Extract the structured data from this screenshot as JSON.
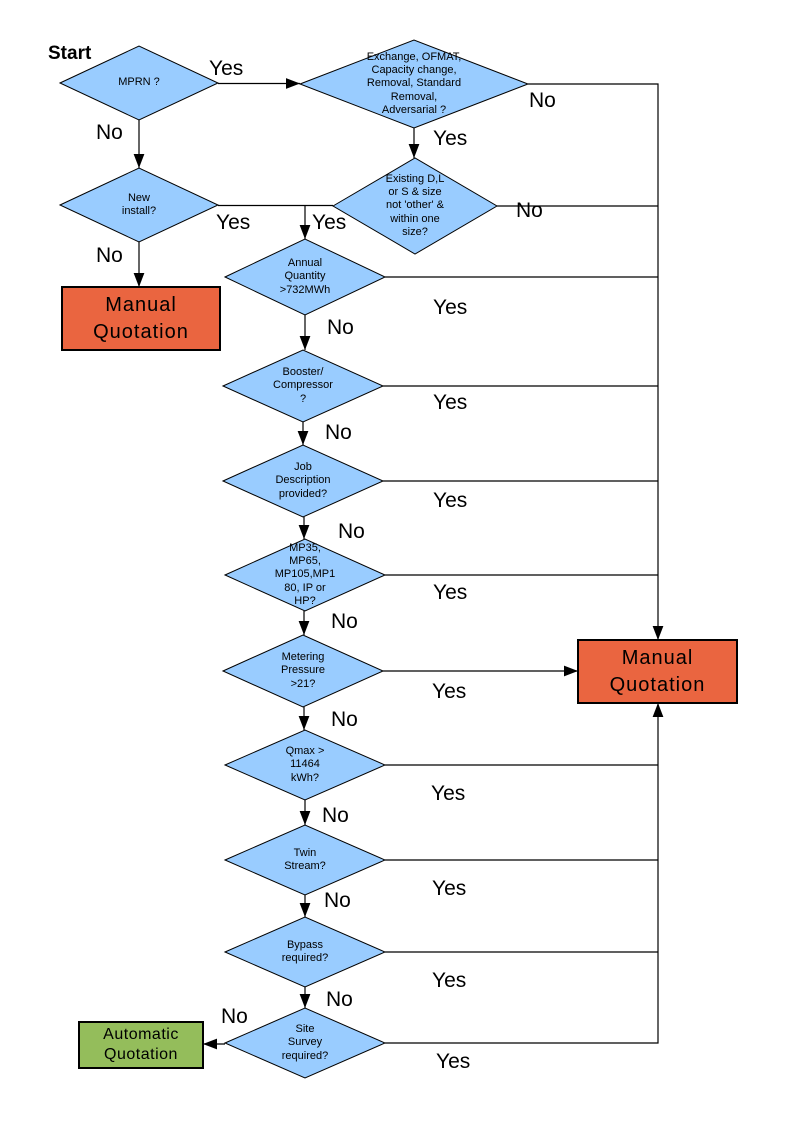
{
  "colors": {
    "background": "#ffffff",
    "diamond_fill": "#99ccff",
    "manual_fill": "#ea6540",
    "auto_fill": "#94bd5b",
    "line": "#000000"
  },
  "start_label": "Start",
  "nodes": {
    "mprn": {
      "type": "decision",
      "label": "MPRN ?"
    },
    "exchange": {
      "type": "decision",
      "label": "Exchange, OFMAT,\nCapacity change,\nRemoval, Standard\nRemoval,\nAdversarial ?"
    },
    "new_install": {
      "type": "decision",
      "label": "New\ninstall?"
    },
    "existing": {
      "type": "decision",
      "label": "Existing D,L\nor S & size\nnot 'other' &\nwithin one\nsize?"
    },
    "annual": {
      "type": "decision",
      "label": "Annual\nQuantity\n>732MWh"
    },
    "booster": {
      "type": "decision",
      "label": "Booster/\nCompressor\n?"
    },
    "job": {
      "type": "decision",
      "label": "Job\nDescription\nprovided?"
    },
    "mp35": {
      "type": "decision",
      "label": "MP35,\nMP65,\nMP105,MP1\n80, IP or\nHP?"
    },
    "metering": {
      "type": "decision",
      "label": "Metering\nPressure\n>21?"
    },
    "qmax": {
      "type": "decision",
      "label": "Qmax >\n11464\nkWh?"
    },
    "twin": {
      "type": "decision",
      "label": "Twin\nStream?"
    },
    "bypass": {
      "type": "decision",
      "label": "Bypass\nrequired?"
    },
    "site_survey": {
      "type": "decision",
      "label": "Site\nSurvey\nrequired?"
    },
    "manual_left": {
      "type": "terminal",
      "label": "Manual\nQuotation"
    },
    "manual_right": {
      "type": "terminal",
      "label": "Manual\nQuotation"
    },
    "auto": {
      "type": "terminal",
      "label": "Automatic\nQuotation"
    }
  },
  "edge_labels": {
    "mprn_yes": "Yes",
    "mprn_no": "No",
    "exchange_yes": "Yes",
    "exchange_no": "No",
    "existing_yes": "Yes",
    "existing_no": "No",
    "new_install_yes": "Yes",
    "new_install_no": "No",
    "annual_yes": "Yes",
    "annual_no": "No",
    "booster_yes": "Yes",
    "booster_no": "No",
    "job_yes": "Yes",
    "job_no": "No",
    "mp35_yes": "Yes",
    "mp35_no": "No",
    "metering_yes": "Yes",
    "metering_no": "No",
    "qmax_yes": "Yes",
    "qmax_no": "No",
    "twin_yes": "Yes",
    "twin_no": "No",
    "bypass_yes": "Yes",
    "bypass_no": "No",
    "site_survey_yes": "Yes",
    "site_survey_no": "No"
  }
}
